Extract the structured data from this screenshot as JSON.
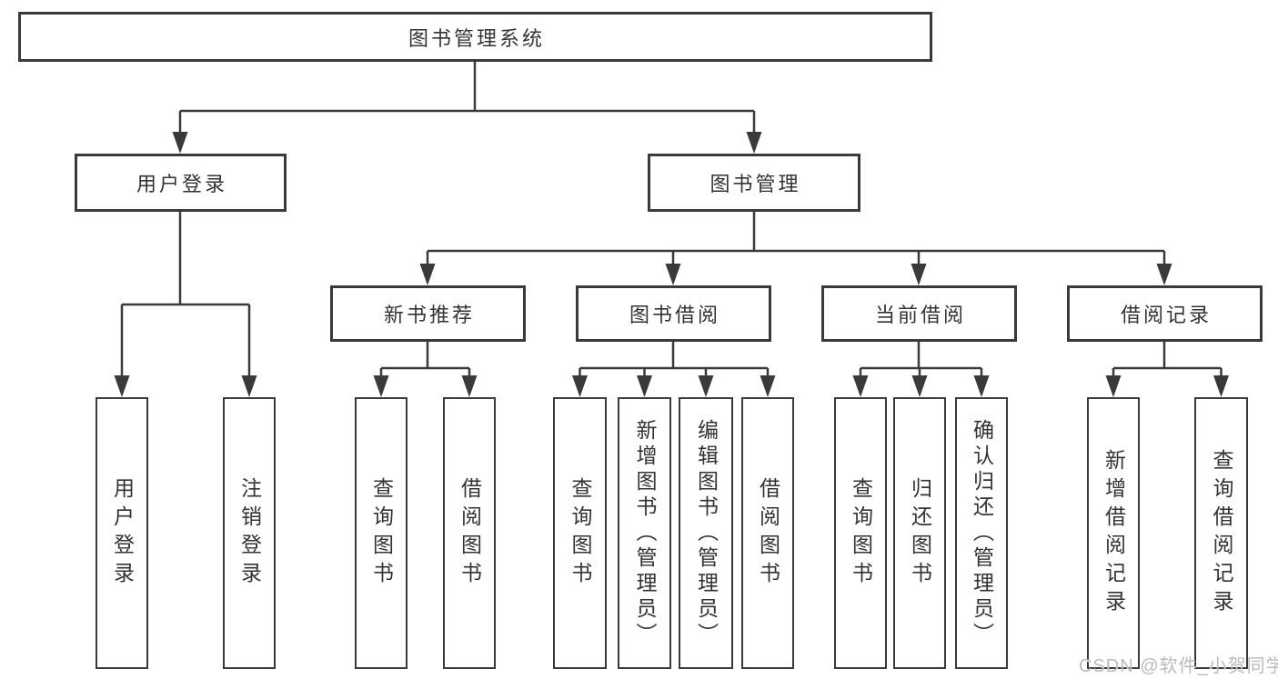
{
  "diagram": {
    "root": {
      "label": "图书管理系统"
    },
    "level2": [
      {
        "label": "用户登录"
      },
      {
        "label": "图书管理"
      }
    ],
    "level3": [
      {
        "label": "新书推荐"
      },
      {
        "label": "图书借阅"
      },
      {
        "label": "当前借阅"
      },
      {
        "label": "借阅记录"
      }
    ],
    "leaves": {
      "user_login": [
        "用户登录",
        "注销登录"
      ],
      "new_books": [
        "查询图书",
        "借阅图书"
      ],
      "book_borrow": [
        "查询图书",
        "新增图书（管理员）",
        "编辑图书（管理员）",
        "借阅图书"
      ],
      "current_borrow": [
        "查询图书",
        "归还图书",
        "确认归还（管理员）"
      ],
      "borrow_records": [
        "新增借阅记录",
        "查询借阅记录"
      ]
    },
    "colors": {
      "line": "#3a3a3a",
      "text": "#333333",
      "background": "#ffffff",
      "watermark": "#b7bbc0"
    }
  },
  "watermark": {
    "text": "CSDN @软件_小贺同学"
  }
}
